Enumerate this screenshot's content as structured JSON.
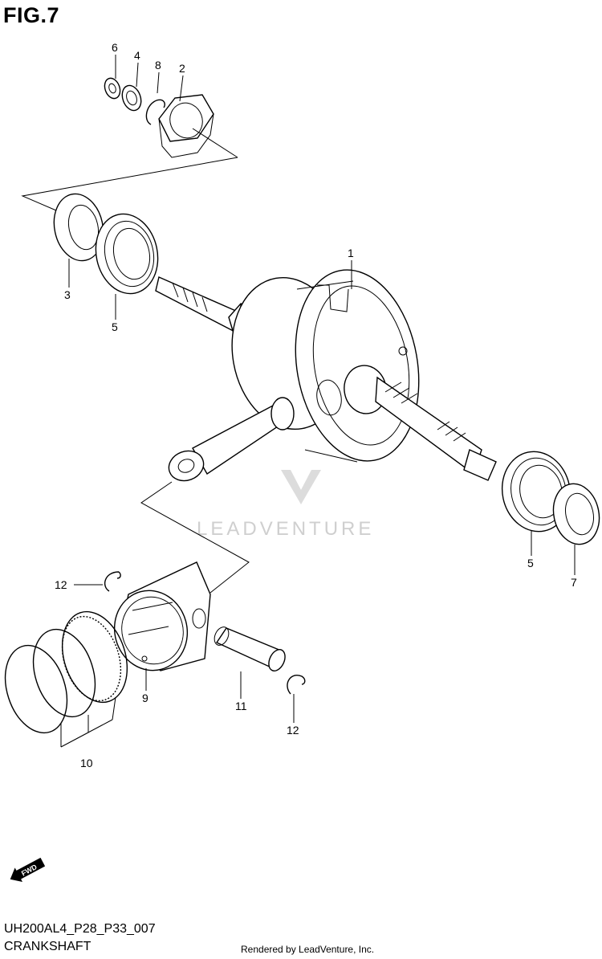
{
  "figure": {
    "title": "FIG.7",
    "code": "UH200AL4_P28_P33_007",
    "name": "CRANKSHAFT",
    "credit": "Rendered by LeadVenture, Inc."
  },
  "watermark": {
    "text": "LEADVENTURE"
  },
  "fwd_badge": {
    "text": "FWD",
    "icon": "fwd-arrow-icon"
  },
  "callouts": {
    "c6": "6",
    "c4": "4",
    "c8": "8",
    "c2": "2",
    "c3": "3",
    "c5a": "5",
    "c1": "1",
    "c5b": "5",
    "c7": "7",
    "c12a": "12",
    "c9": "9",
    "c10": "10",
    "c11": "11",
    "c12b": "12"
  }
}
